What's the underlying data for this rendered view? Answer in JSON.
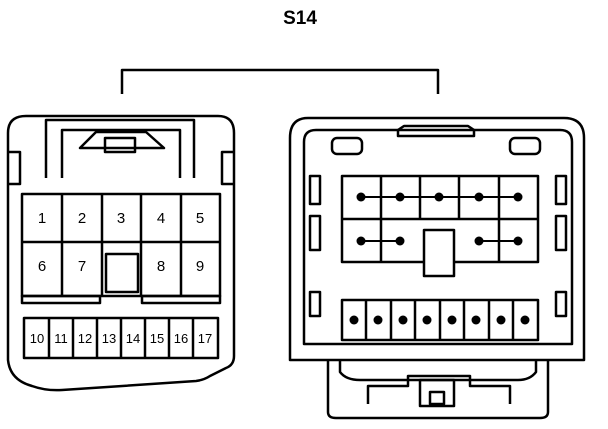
{
  "diagram": {
    "title": "S14",
    "left_connector": {
      "upper_pins": [
        "1",
        "2",
        "3",
        "4",
        "5",
        "6",
        "7",
        "8",
        "9"
      ],
      "lower_pins": [
        "10",
        "11",
        "12",
        "13",
        "14",
        "15",
        "16",
        "17"
      ]
    },
    "right_connector": {
      "upper_row_1_contacts": 5,
      "upper_row_2_contacts": 4,
      "lower_row_contacts": 8
    }
  }
}
